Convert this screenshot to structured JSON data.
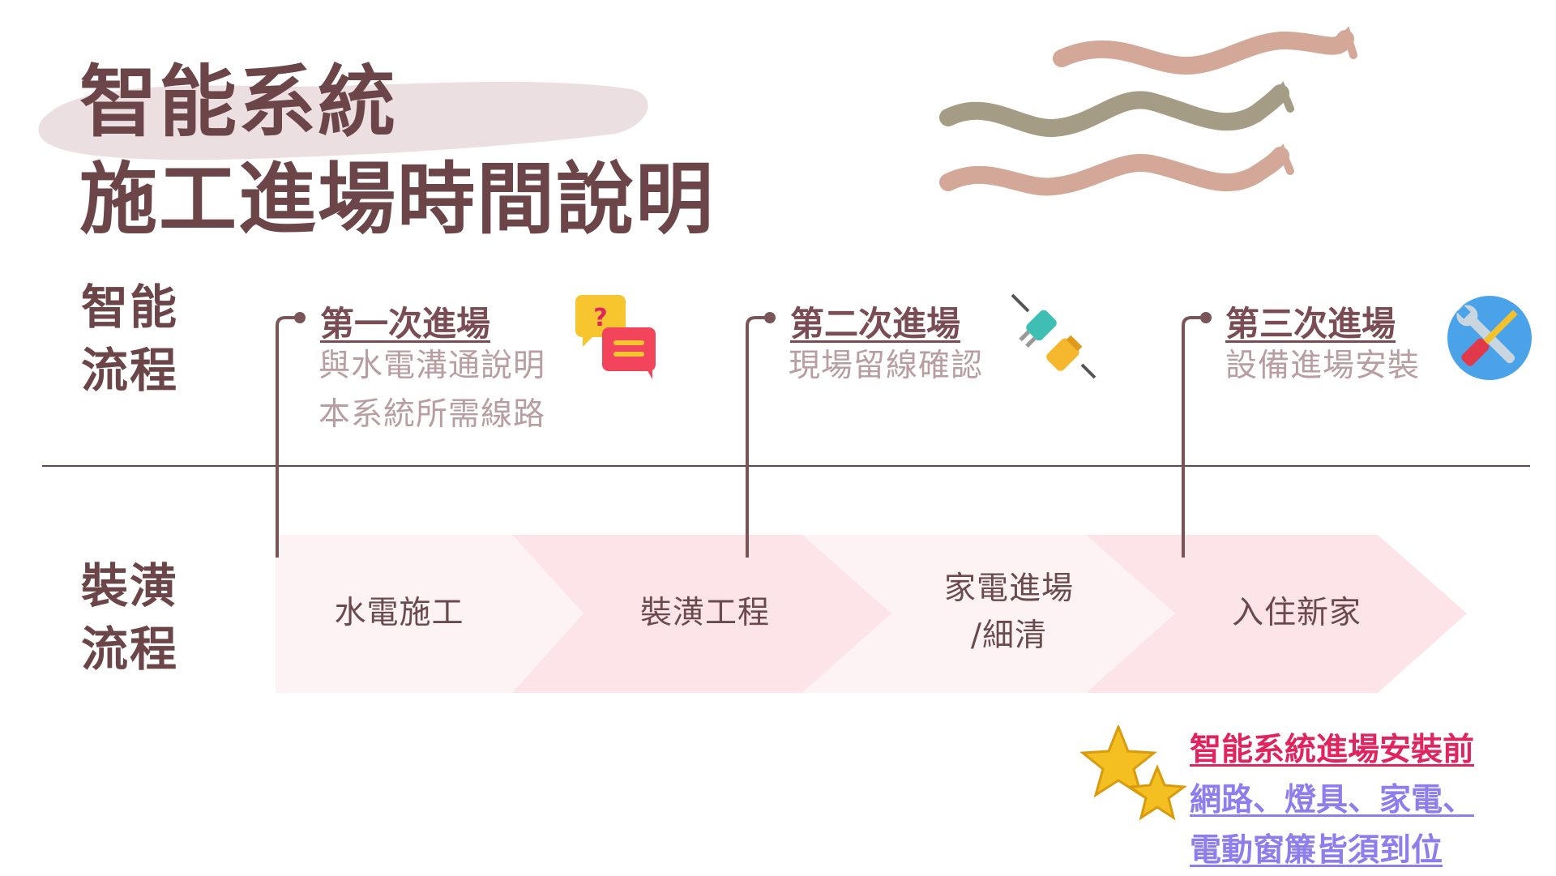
{
  "title": {
    "line1": "智能系統",
    "line2": "施工進場時間說明"
  },
  "labels": {
    "smart": [
      "智能",
      "流程"
    ],
    "decor": [
      "裝潢",
      "流程"
    ]
  },
  "phases": [
    {
      "title": "第一次進場",
      "desc": [
        "與水電溝通說明",
        "本系統所需線路"
      ],
      "icon": "chat-bubbles-icon"
    },
    {
      "title": "第二次進場",
      "desc": [
        "現場留線確認"
      ],
      "icon": "plug-icon"
    },
    {
      "title": "第三次進場",
      "desc": [
        "設備進場安裝"
      ],
      "icon": "tools-icon"
    }
  ],
  "stages": [
    {
      "lines": [
        "水電施工"
      ]
    },
    {
      "lines": [
        "裝潢工程"
      ]
    },
    {
      "lines": [
        "家電進場",
        "/細清"
      ]
    },
    {
      "lines": [
        "入住新家"
      ]
    }
  ],
  "note": {
    "heading": "智能系統進場安裝前",
    "lines": [
      "網路、燈具、家電、",
      "電動窗簾皆須到位"
    ]
  },
  "colors": {
    "title": "#6b4548",
    "phase_title": "#7a4d55",
    "phase_desc": "#b89ea1",
    "stage_fill": "#fde4e8",
    "connector": "#7a5558",
    "note_heading": "#e0245e",
    "note_body": "#8e7dec"
  }
}
